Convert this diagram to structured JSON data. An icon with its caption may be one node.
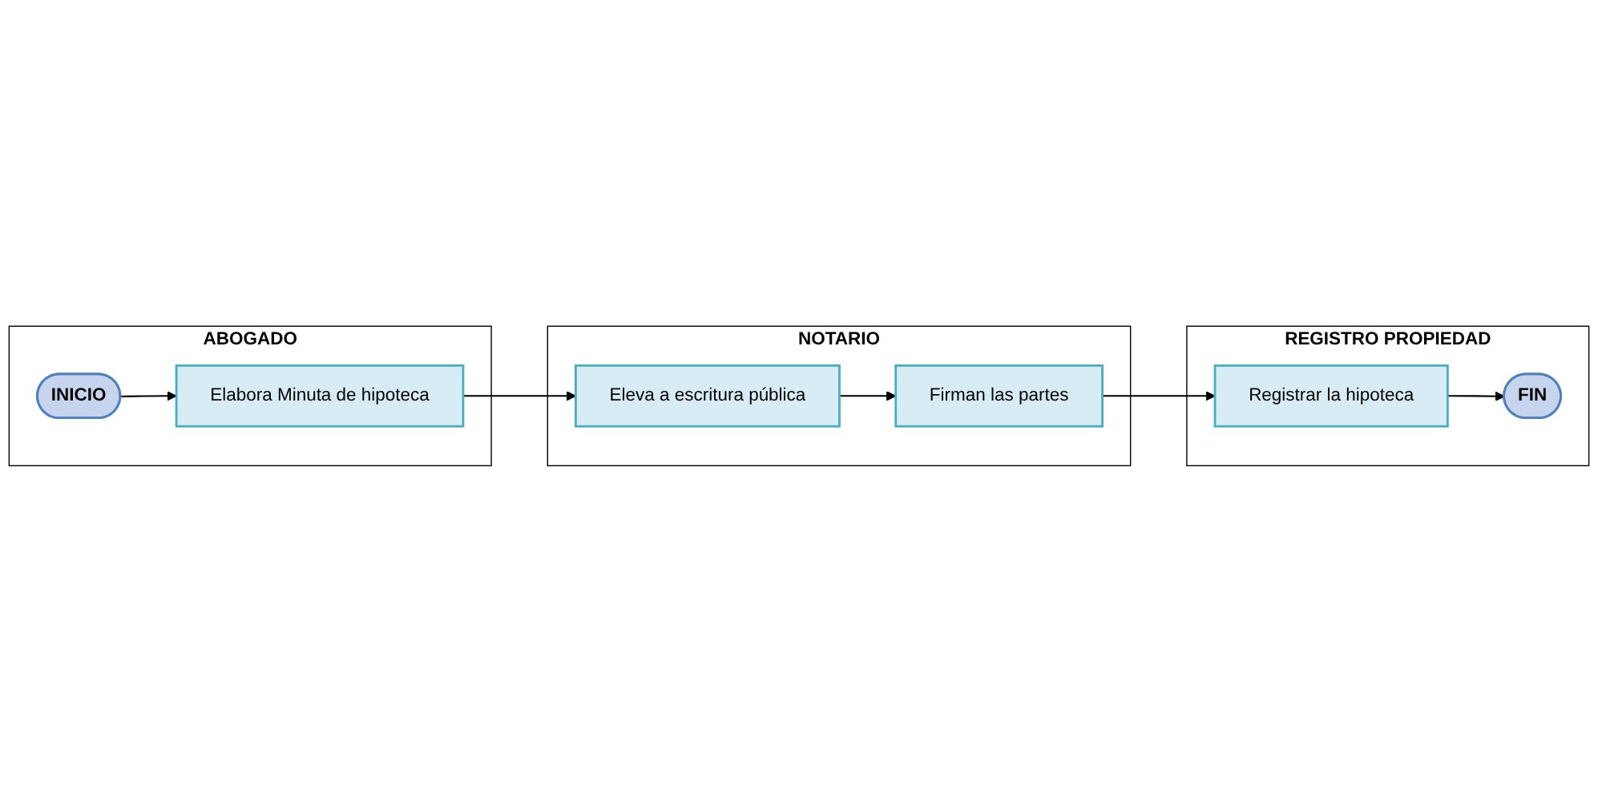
{
  "diagram": {
    "nodes": [
      {
        "text": [
          "ABOGADO"
        ]
      },
      {
        "text": [
          "NOTARIO"
        ]
      },
      {
        "text": [
          "REGISTRO PROPIEDAD"
        ]
      },
      {
        "text": [
          "INICIO"
        ],
        "in": 0
      },
      {
        "text": [
          "Elabora Minuta de hipoteca"
        ],
        "in": 0
      },
      {
        "text": [
          "Eleva a escritura pública"
        ],
        "in": 1
      },
      {
        "text": [
          "Firman las partes"
        ],
        "in": 1
      },
      {
        "text": [
          "Registrar la hipoteca"
        ],
        "in": 2
      },
      {
        "text": [
          "FIN"
        ],
        "in": 2
      }
    ],
    "edges": [
      {
        "from": 3,
        "to": 4,
        "arrow": "to"
      },
      {
        "from": 4,
        "to": 5,
        "arrow": "to"
      },
      {
        "from": 5,
        "to": 6,
        "arrow": "to"
      },
      {
        "from": 6,
        "to": 7,
        "arrow": "to"
      },
      {
        "from": 7,
        "to": 8,
        "arrow": "to"
      }
    ]
  }
}
